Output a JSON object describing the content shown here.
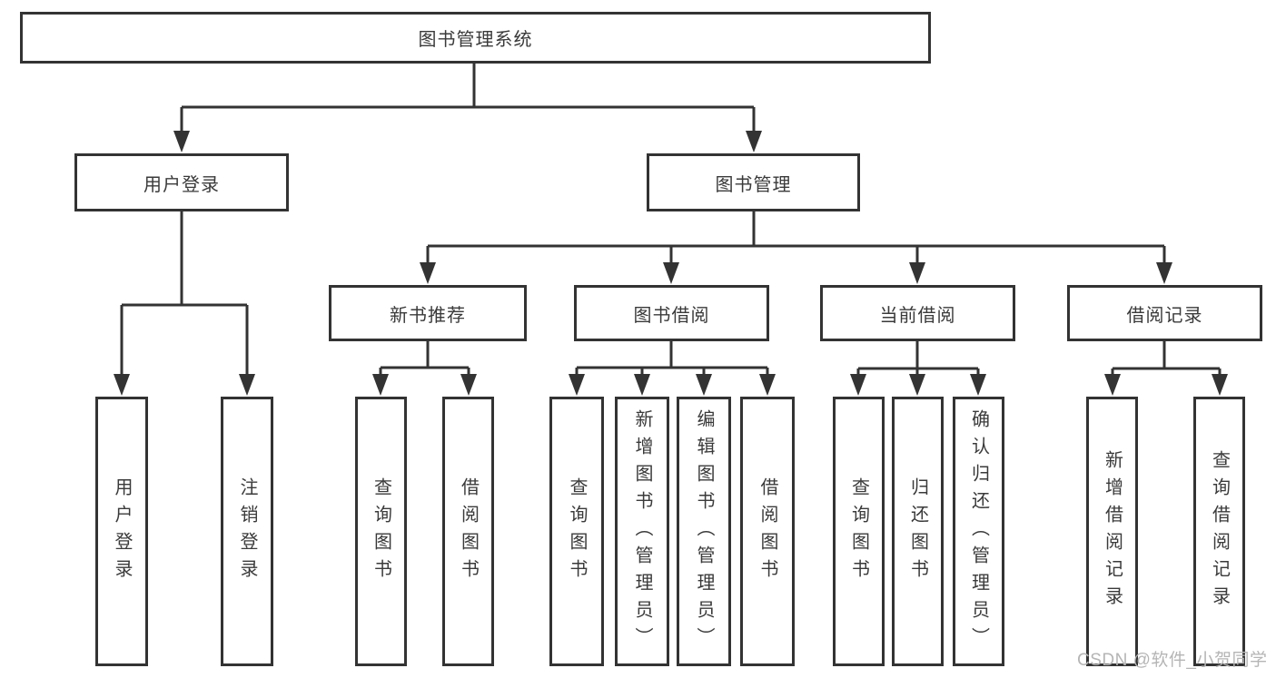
{
  "diagram": {
    "tree": {
      "label": "图书管理系统",
      "children": [
        {
          "label": "用户登录",
          "children": [
            {
              "label": "用户登录"
            },
            {
              "label": "注销登录"
            }
          ]
        },
        {
          "label": "图书管理",
          "children": [
            {
              "label": "新书推荐",
              "children": [
                {
                  "label": "查询图书"
                },
                {
                  "label": "借阅图书"
                }
              ]
            },
            {
              "label": "图书借阅",
              "children": [
                {
                  "label": "查询图书"
                },
                {
                  "label": "新增图书（管理员）"
                },
                {
                  "label": "编辑图书（管理员）"
                },
                {
                  "label": "借阅图书"
                }
              ]
            },
            {
              "label": "当前借阅",
              "children": [
                {
                  "label": "查询图书"
                },
                {
                  "label": "归还图书"
                },
                {
                  "label": "确认归还（管理员）"
                }
              ]
            },
            {
              "label": "借阅记录",
              "children": [
                {
                  "label": "新增借阅记录"
                },
                {
                  "label": "查询借阅记录"
                }
              ]
            }
          ]
        }
      ]
    }
  },
  "watermark": {
    "text": "CSDN @软件_小贺同学"
  },
  "colors": {
    "line": "#333333",
    "text": "#3a3a3a",
    "background": "#ffffff",
    "watermark": "#b5b5b5"
  }
}
